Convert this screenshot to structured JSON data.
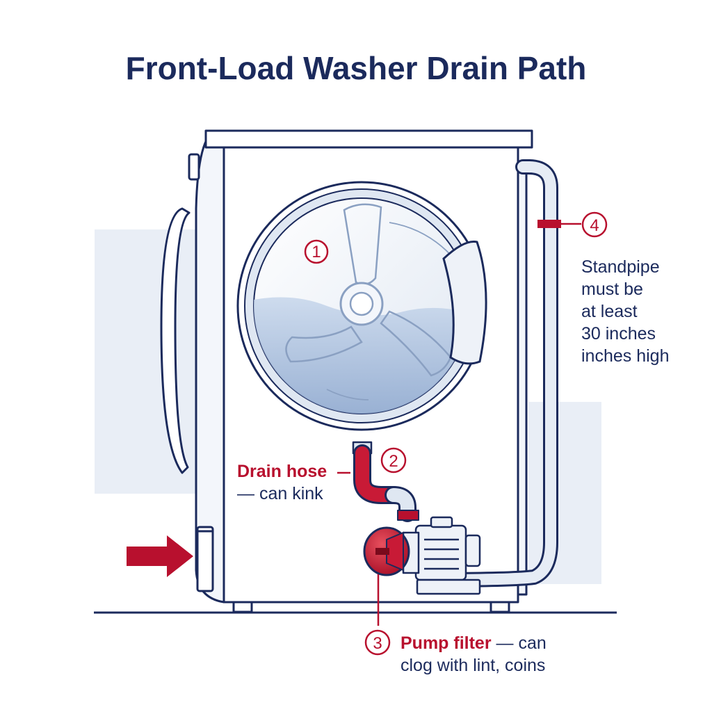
{
  "title": "Front-Load Washer Drain Path",
  "callouts": {
    "c1": {
      "number": "1"
    },
    "c2": {
      "number": "2",
      "title": "Drain hose",
      "text": "— can kink"
    },
    "c3": {
      "number": "3",
      "title": "Pump filter",
      "text_inline": " — can",
      "text_line2": "clog with lint, coins"
    },
    "c4": {
      "number": "4",
      "lines": [
        "Standpipe",
        "must be",
        "at least",
        "30 inches",
        "inches high"
      ]
    }
  },
  "icons": [
    "washer-illustration",
    "drum-icon",
    "drain-pump-icon",
    "pump-filter-icon",
    "access-arrow-icon",
    "standpipe-icon"
  ],
  "colors": {
    "navy": "#1b2a5c",
    "red": "#b8102e",
    "panel": "#e9eef6",
    "water": "#a9bfdc"
  }
}
